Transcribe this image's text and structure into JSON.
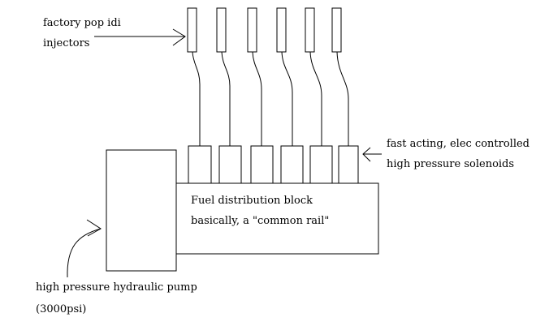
{
  "labels": {
    "injectors_line1": "factory pop idi",
    "injectors_line2": "injectors",
    "solenoids_line1": "fast acting, elec controlled",
    "solenoids_line2": "high pressure solenoids",
    "block_line1": "Fuel distribution block",
    "block_line2": "basically, a \"common rail\"",
    "pump_line1": "high pressure hydraulic pump",
    "pump_line2": "(3000psi)"
  },
  "injectors": [
    {
      "name": "injector-1"
    },
    {
      "name": "injector-2"
    },
    {
      "name": "injector-3"
    },
    {
      "name": "injector-4"
    },
    {
      "name": "injector-5"
    },
    {
      "name": "injector-6"
    }
  ],
  "solenoids": [
    {
      "name": "solenoid-1"
    },
    {
      "name": "solenoid-2"
    },
    {
      "name": "solenoid-3"
    },
    {
      "name": "solenoid-4"
    },
    {
      "name": "solenoid-5"
    },
    {
      "name": "solenoid-6"
    }
  ]
}
